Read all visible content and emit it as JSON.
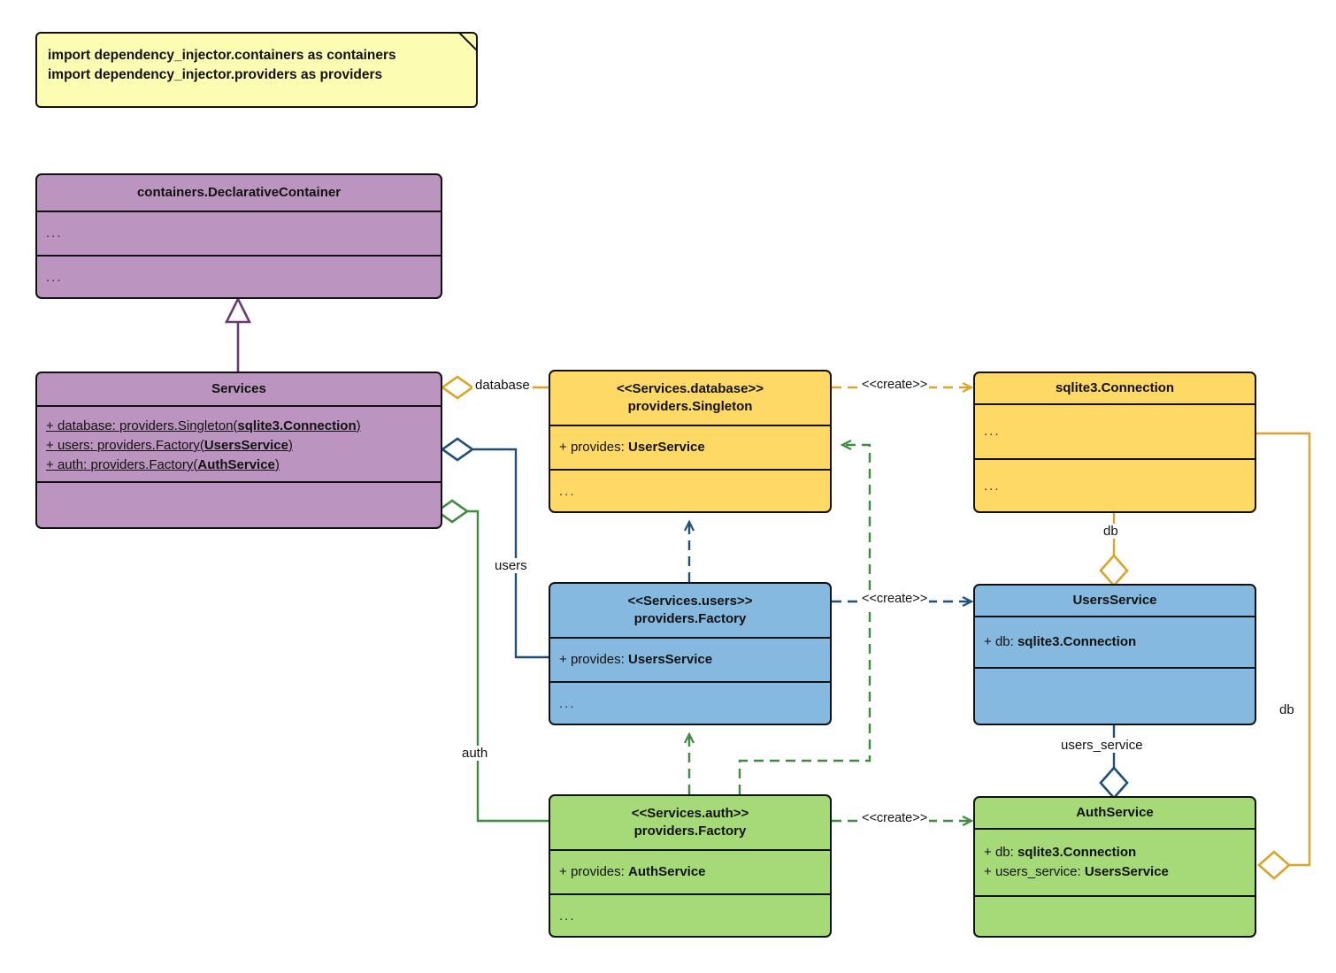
{
  "diagram": {
    "title": "dependency_injector containers UML class diagram",
    "colors": {
      "container_fill": "#bb94bf",
      "singleton_fill": "#ffd966",
      "factory_users_fill": "#85b9e0",
      "factory_auth_fill": "#a6d977",
      "note_fill": "#fcfcb3",
      "border": "#111111",
      "edge_orange": "#d9a428",
      "edge_blue": "#1f4e79",
      "edge_green": "#3e8a3e",
      "edge_purple": "#6a3b72"
    }
  },
  "note": {
    "lines": [
      "import dependency_injector.containers as containers",
      "import dependency_injector.providers as providers"
    ]
  },
  "classes": {
    "declarative_container": {
      "name": "containers.DeclarativeContainer",
      "attributes": [
        "..."
      ],
      "methods": [
        "..."
      ]
    },
    "services": {
      "name": "Services",
      "attributes": [
        {
          "visibility": "+",
          "name": "database",
          "type": "providers.Singleton(",
          "arg": "sqlite3.Connection",
          "tail": ")"
        },
        {
          "visibility": "+",
          "name": "users",
          "type": "providers.Factory(",
          "arg": "UsersService",
          "tail": ")"
        },
        {
          "visibility": "+",
          "name": "auth",
          "type": "providers.Factory(",
          "arg": "AuthService",
          "tail": ")"
        }
      ],
      "methods": []
    },
    "services_database": {
      "stereotype": "<<Services.database>>",
      "name": "providers.Singleton",
      "attributes": [
        {
          "visibility": "+",
          "name": "provides",
          "type": "UserService"
        }
      ],
      "methods": [
        "..."
      ]
    },
    "sqlite3_connection": {
      "name": "sqlite3.Connection",
      "attributes": [
        "..."
      ],
      "methods": [
        "..."
      ]
    },
    "services_users": {
      "stereotype": "<<Services.users>>",
      "name": "providers.Factory",
      "attributes": [
        {
          "visibility": "+",
          "name": "provides",
          "type": "UsersService"
        }
      ],
      "methods": [
        "..."
      ]
    },
    "users_service": {
      "name": "UsersService",
      "attributes": [
        {
          "visibility": "+",
          "name": "db",
          "type": "sqlite3.Connection"
        }
      ],
      "methods": []
    },
    "services_auth": {
      "stereotype": "<<Services.auth>>",
      "name": "providers.Factory",
      "attributes": [
        {
          "visibility": "+",
          "name": "provides",
          "type": "AuthService"
        }
      ],
      "methods": [
        "..."
      ]
    },
    "auth_service": {
      "name": "AuthService",
      "attributes": [
        {
          "visibility": "+",
          "name": "db",
          "type": "sqlite3.Connection"
        },
        {
          "visibility": "+",
          "name": "users_service",
          "type": "UsersService"
        }
      ],
      "methods": []
    }
  },
  "edges": {
    "generalization_services_to_container": {
      "label": "",
      "kind": "generalization"
    },
    "aggregation_database": {
      "label": "database",
      "kind": "aggregation"
    },
    "aggregation_users": {
      "label": "users",
      "kind": "aggregation"
    },
    "aggregation_auth": {
      "label": "auth",
      "kind": "aggregation"
    },
    "create_database": {
      "label": "<<create>>",
      "kind": "dependency"
    },
    "create_users": {
      "label": "<<create>>",
      "kind": "dependency"
    },
    "create_auth": {
      "label": "<<create>>",
      "kind": "dependency"
    },
    "aggregation_usersservice_db": {
      "label": "db",
      "kind": "aggregation"
    },
    "aggregation_authservice_db": {
      "label": "db",
      "kind": "aggregation"
    },
    "aggregation_authservice_users_service": {
      "label": "users_service",
      "kind": "aggregation"
    }
  }
}
